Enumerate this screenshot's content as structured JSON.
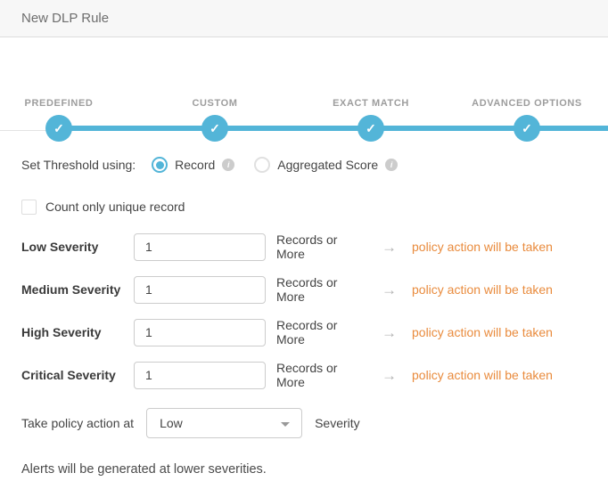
{
  "header": {
    "title": "New DLP Rule"
  },
  "stepper": {
    "steps": [
      {
        "label": "PREDEFINED",
        "state": "complete"
      },
      {
        "label": "CUSTOM",
        "state": "complete"
      },
      {
        "label": "EXACT MATCH",
        "state": "complete"
      },
      {
        "label": "ADVANCED OPTIONS",
        "state": "complete"
      }
    ],
    "check_glyph": "✓"
  },
  "threshold": {
    "label": "Set Threshold using:",
    "options": [
      {
        "label": "Record",
        "selected": true
      },
      {
        "label": "Aggregated Score",
        "selected": false
      }
    ],
    "info_glyph": "i",
    "unique_checkbox_label": "Count only unique record",
    "unique_checkbox_checked": false
  },
  "severity_rows": [
    {
      "label": "Low Severity",
      "value": "1",
      "unit": "Records or More",
      "action": "policy action will be taken"
    },
    {
      "label": "Medium Severity",
      "value": "1",
      "unit": "Records or More",
      "action": "policy action will be taken"
    },
    {
      "label": "High Severity",
      "value": "1",
      "unit": "Records or More",
      "action": "policy action will be taken"
    },
    {
      "label": "Critical Severity",
      "value": "1",
      "unit": "Records or More",
      "action": "policy action will be taken"
    }
  ],
  "arrow_glyph": "→",
  "policy_action": {
    "prefix": "Take policy action at",
    "selected": "Low",
    "suffix": "Severity"
  },
  "footnote": "Alerts will be generated at lower severities.",
  "colors": {
    "accent_blue": "#53b5d8",
    "action_orange": "#e98b3d",
    "header_bg": "#f7f7f7"
  }
}
